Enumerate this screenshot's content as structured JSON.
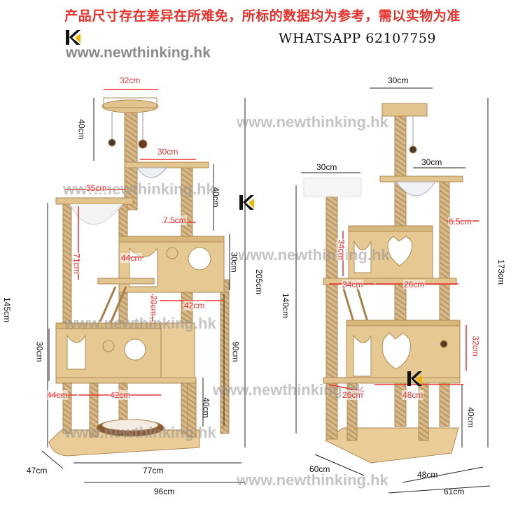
{
  "header": {
    "disclaimer": "产品尺寸存在差异在所难免，所标的数据均为参考，需以实物为准",
    "whatsapp": "WHATSAPP 62107759",
    "website": "www.newthinking.hk"
  },
  "watermarks": [
    "www.newthinking.hk",
    "www.newthinking.hk",
    "www.newthinking.hk",
    "www.newthinking.hk",
    "www.newthinking.hk",
    "www.newthinking.hk",
    "www.newthinking.hk"
  ],
  "left_tree": {
    "black_labels": {
      "h40": "40cm",
      "h145": "145cm",
      "h30": "30cm",
      "h205": "205cm",
      "h90": "90cm",
      "h40b": "40cm",
      "h30b": "30cm",
      "d47": "47cm",
      "w77": "77cm",
      "w96": "96cm"
    },
    "red_labels": {
      "top32": "32cm",
      "bed30": "30cm",
      "shelf35": "35cm",
      "post7_5": "7.5cm",
      "h71": "71cm",
      "box44": "44cm",
      "h20": "20cm",
      "box42": "42cm",
      "base44": "44cm",
      "base42": "42cm"
    }
  },
  "right_tree": {
    "black_labels": {
      "top30": "30cm",
      "shelf30": "30cm",
      "bed30": "30cm",
      "h140": "140cm",
      "h173": "173cm",
      "h40": "40cm",
      "d60": "60cm",
      "w48": "48cm",
      "w61": "61cm"
    },
    "red_labels": {
      "post6_5": "6.5cm",
      "h34": "34cm",
      "box34": "34cm",
      "box26": "26cm",
      "h32": "32cm",
      "base26": "26cm",
      "base48": "48cm"
    }
  },
  "colors": {
    "wood": "#e2c48f",
    "wood_dark": "#c9a56a",
    "rope": "#c9a77a",
    "red": "#e33333",
    "dim": "#222222"
  }
}
